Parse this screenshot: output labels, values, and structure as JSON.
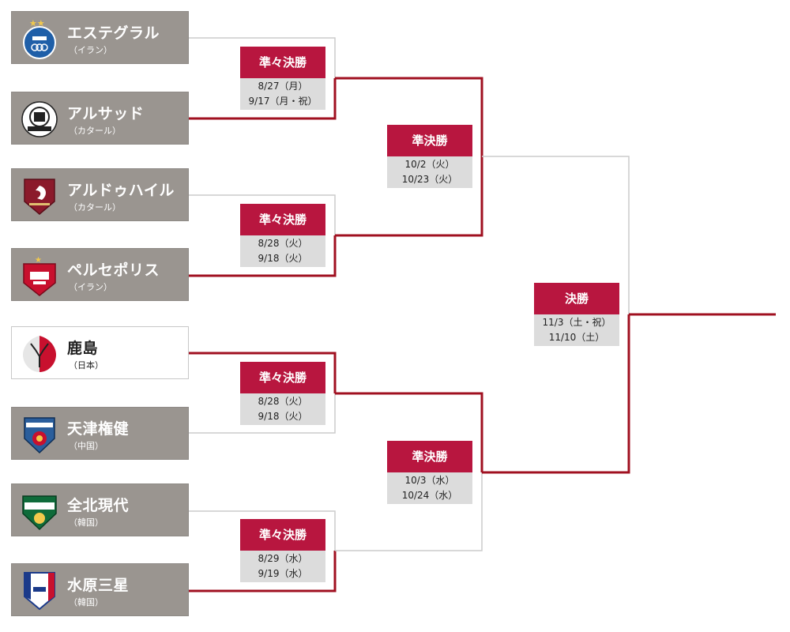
{
  "colors": {
    "accent": "#b8163f",
    "line_red": "#a01020",
    "line_gray": "#cccccc",
    "team_box": "#9a9590",
    "dates_bg": "#dcdcdc"
  },
  "teams": [
    {
      "name": "エステグラル",
      "country": "（イラン）",
      "logo": "esteghlal-logo"
    },
    {
      "name": "アルサッド",
      "country": "（カタール）",
      "logo": "al-sadd-logo"
    },
    {
      "name": "アルドゥハイル",
      "country": "（カタール）",
      "logo": "al-duhail-logo"
    },
    {
      "name": "ペルセポリス",
      "country": "（イラン）",
      "logo": "persepolis-logo"
    },
    {
      "name": "鹿島",
      "country": "（日本）",
      "logo": "kashima-logo"
    },
    {
      "name": "天津権健",
      "country": "（中国）",
      "logo": "tianjin-quanjian-logo"
    },
    {
      "name": "全北現代",
      "country": "（韓国）",
      "logo": "jeonbuk-logo"
    },
    {
      "name": "水原三星",
      "country": "（韓国）",
      "logo": "suwon-logo"
    }
  ],
  "quarterfinals": [
    {
      "title": "準々決勝",
      "dates": [
        "8/27（月）",
        "9/17（月・祝）"
      ]
    },
    {
      "title": "準々決勝",
      "dates": [
        "8/28（火）",
        "9/18（火）"
      ]
    },
    {
      "title": "準々決勝",
      "dates": [
        "8/28（火）",
        "9/18（火）"
      ]
    },
    {
      "title": "準々決勝",
      "dates": [
        "8/29（水）",
        "9/19（水）"
      ]
    }
  ],
  "semifinals": [
    {
      "title": "準決勝",
      "dates": [
        "10/2（火）",
        "10/23（火）"
      ]
    },
    {
      "title": "準決勝",
      "dates": [
        "10/3（水）",
        "10/24（水）"
      ]
    }
  ],
  "final": {
    "title": "決勝",
    "dates": [
      "11/3（土・祝）",
      "11/10（土）"
    ]
  }
}
